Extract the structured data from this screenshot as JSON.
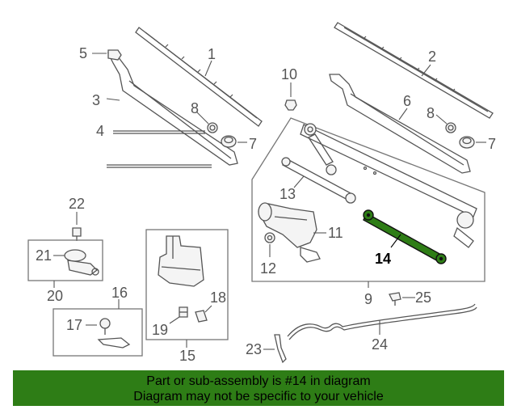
{
  "callouts": {
    "c1": "1",
    "c2": "2",
    "c3": "3",
    "c4": "4",
    "c5": "5",
    "c6": "6",
    "c7a": "7",
    "c7b": "7",
    "c8a": "8",
    "c8b": "8",
    "c9": "9",
    "c10": "10",
    "c11": "11",
    "c12": "12",
    "c13": "13",
    "c14": "14",
    "c15": "15",
    "c16": "16",
    "c17": "17",
    "c18": "18",
    "c19": "19",
    "c20": "20",
    "c21": "21",
    "c22": "22",
    "c23": "23",
    "c24": "24",
    "c25": "25"
  },
  "highlight": {
    "part_number": "14",
    "color": "#2e7d16"
  },
  "footer": {
    "line1": "Part or sub-assembly is #14 in diagram",
    "line2": "Diagram may not be specific to your vehicle",
    "bg_color": "#2e7d16"
  }
}
